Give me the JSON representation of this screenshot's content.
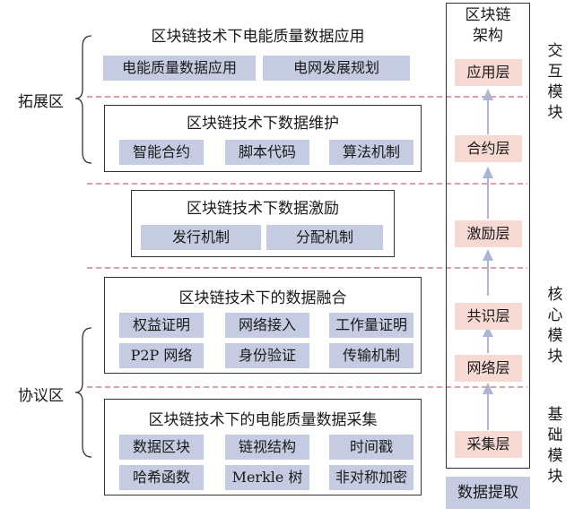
{
  "regions": {
    "expansion": "拓展区",
    "protocol": "协议区"
  },
  "modules": {
    "interaction": "交互模块",
    "core": "核心模块",
    "foundation": "基础模块"
  },
  "architecture": {
    "title": "区块链架构",
    "layers": [
      "应用层",
      "合约层",
      "激励层",
      "共识层",
      "网络层",
      "采集层"
    ],
    "bottom": "数据提取"
  },
  "panels": {
    "application": {
      "title": "区块链技术下电能质量数据应用",
      "items": [
        "电能质量数据应用",
        "电网发展规划"
      ]
    },
    "maintenance": {
      "title": "区块链技术下数据维护",
      "items": [
        "智能合约",
        "脚本代码",
        "算法机制"
      ]
    },
    "incentive": {
      "title": "区块链技术下数据激励",
      "items": [
        "发行机制",
        "分配机制"
      ]
    },
    "fusion": {
      "title": "区块链技术下的数据融合",
      "items": [
        "权益证明",
        "网络接入",
        "工作量证明",
        "P2P 网络",
        "身份验证",
        "传输机制"
      ]
    },
    "collection": {
      "title": "区块链技术下的电能质量数据采集",
      "items": [
        "数据区块",
        "链视结构",
        "时间戳",
        "哈希函数",
        "Merkle 树",
        "非对称加密"
      ]
    }
  },
  "colors": {
    "chip": "#c5cbe0",
    "layer": "#f7d9d3",
    "dashed": "#d4607a",
    "arrow": "#aab6d6"
  }
}
